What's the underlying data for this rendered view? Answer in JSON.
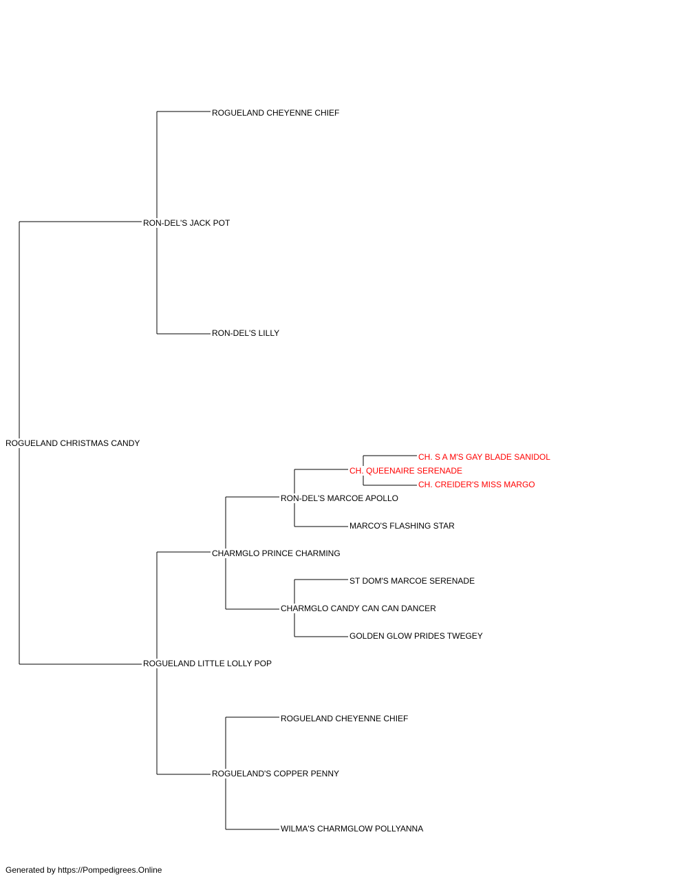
{
  "pedigree": {
    "subject": {
      "name": "ROGUELAND CHRISTMAS CANDY",
      "sire": {
        "name": "RON-DEL'S JACK POT",
        "sire": {
          "name": "ROGUELAND CHEYENNE CHIEF"
        },
        "dam": {
          "name": "RON-DEL'S LILLY"
        }
      },
      "dam": {
        "name": "ROGUELAND LITTLE LOLLY POP",
        "sire": {
          "name": "CHARMGLO PRINCE CHARMING",
          "sire": {
            "name": "RON-DEL'S MARCOE APOLLO",
            "sire": {
              "name": "CH. QUEENAIRE SERENADE",
              "sire": {
                "name": "CH. S A M'S GAY BLADE SANIDOL"
              },
              "dam": {
                "name": "CH. CREIDER'S MISS MARGO"
              }
            },
            "dam": {
              "name": "MARCO'S FLASHING STAR"
            }
          },
          "dam": {
            "name": "CHARMGLO CANDY CAN CAN DANCER",
            "sire": {
              "name": "ST DOM'S MARCOE SERENADE"
            },
            "dam": {
              "name": "GOLDEN GLOW PRIDES TWEGEY"
            }
          }
        },
        "dam": {
          "name": "ROGUELAND'S COPPER PENNY",
          "sire": {
            "name": "ROGUELAND CHEYENNE CHIEF"
          },
          "dam": {
            "name": "WILMA'S CHARMGLOW POLLYANNA"
          }
        }
      }
    }
  },
  "colors": {
    "text": "#000000",
    "highlight": "#ff0000",
    "line": "#000000"
  },
  "footer": {
    "text": "Generated by https://Pompedigrees.Online"
  }
}
